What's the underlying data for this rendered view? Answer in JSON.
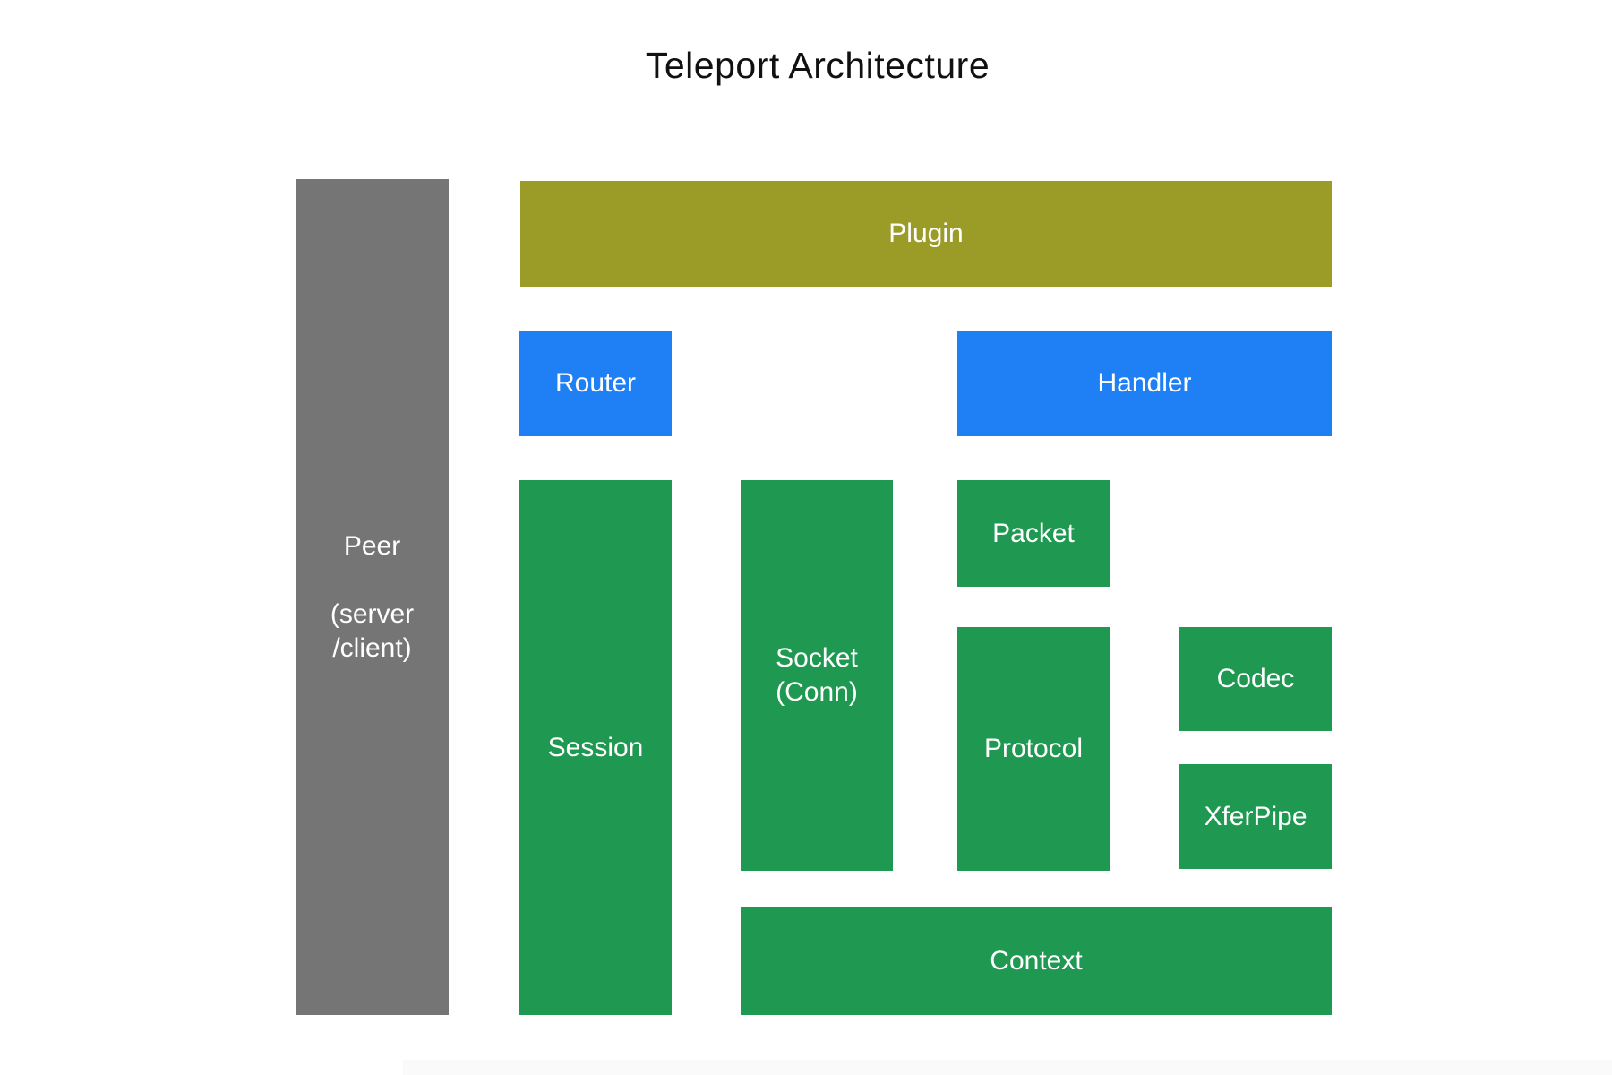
{
  "diagram": {
    "title": "Teleport Architecture",
    "title_color": "#111111",
    "nodes": {
      "peer": {
        "label_lines": [
          "Peer",
          "",
          "(server",
          "/client)"
        ],
        "color": "#757575",
        "text_color": "#ffffff"
      },
      "plugin": {
        "label": "Plugin",
        "color": "#9B9B28",
        "text_color": "#ffffff"
      },
      "router": {
        "label": "Router",
        "color": "#1F80F5",
        "text_color": "#ffffff"
      },
      "handler": {
        "label": "Handler",
        "color": "#1F80F5",
        "text_color": "#ffffff"
      },
      "session": {
        "label": "Session",
        "color": "#1F9951",
        "text_color": "#ffffff"
      },
      "socket": {
        "label_lines": [
          "Socket",
          "(Conn)"
        ],
        "color": "#1F9951",
        "text_color": "#ffffff"
      },
      "packet": {
        "label": "Packet",
        "color": "#1F9951",
        "text_color": "#ffffff"
      },
      "protocol": {
        "label": "Protocol",
        "color": "#1F9951",
        "text_color": "#ffffff"
      },
      "codec": {
        "label": "Codec",
        "color": "#1F9951",
        "text_color": "#ffffff"
      },
      "xferpipe": {
        "label": "XferPipe",
        "color": "#1F9951",
        "text_color": "#ffffff"
      },
      "context": {
        "label": "Context",
        "color": "#1F9951",
        "text_color": "#ffffff"
      }
    },
    "bottom_band_color": "#fafafa"
  }
}
